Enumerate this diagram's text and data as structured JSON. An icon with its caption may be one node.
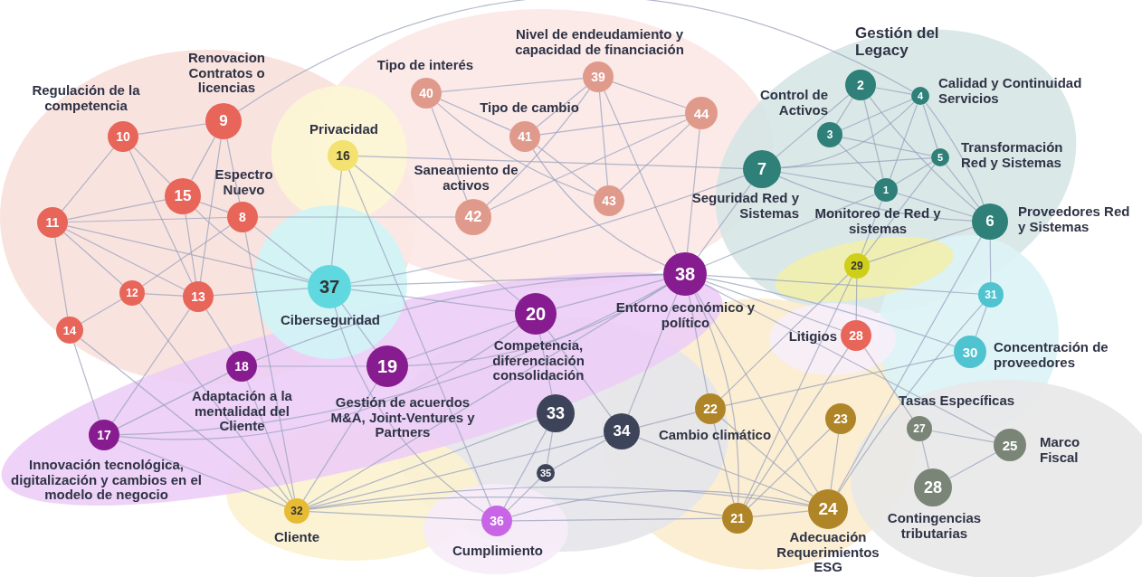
{
  "diagram": {
    "nodes": [
      {
        "text": [
          "1"
        ],
        "beside": [
          "Monitoreo de Red y sistemas"
        ]
      },
      {
        "text": [
          "2"
        ]
      },
      {
        "text": [
          "3"
        ],
        "beside": [
          "Control de Activos"
        ]
      },
      {
        "text": [
          "4"
        ],
        "beside": [
          "Calidad y Continuidad Servicios"
        ]
      },
      {
        "text": [
          "5"
        ],
        "beside": [
          "Transformación Red y Sistemas"
        ]
      },
      {
        "text": [
          "6"
        ],
        "beside": [
          "Proveedores Red y Sistemas"
        ]
      },
      {
        "text": [
          "7"
        ],
        "beside": [
          "Seguridad Red y Sistemas"
        ]
      },
      {
        "text": [
          "8"
        ],
        "beside": [
          "Espectro Nuevo"
        ]
      },
      {
        "text": [
          "9"
        ],
        "beside": [
          "Renovacion Contratos o licencias"
        ]
      },
      {
        "text": [
          "10"
        ],
        "beside": [
          "Regulación de la competencia"
        ]
      },
      {
        "text": [
          "11"
        ]
      },
      {
        "text": [
          "12"
        ]
      },
      {
        "text": [
          "13"
        ]
      },
      {
        "text": [
          "14"
        ]
      },
      {
        "text": [
          "15"
        ]
      },
      {
        "text": [
          "16"
        ],
        "beside": [
          "Privacidad"
        ]
      },
      {
        "text": [
          "17"
        ],
        "beside": [
          "Innovación tecnológica, digitalización y cambios en el modelo de negocio"
        ]
      },
      {
        "text": [
          "18"
        ],
        "beside": [
          "Adaptación a la mentalidad del Cliente"
        ]
      },
      {
        "text": [
          "19"
        ],
        "beside": [
          "Gestión de acuerdos M&A, Joint-Ventures y Partners"
        ]
      },
      {
        "text": [
          "20"
        ],
        "beside": [
          "Competencia, diferenciación consolidación"
        ]
      },
      {
        "text": [
          "21"
        ]
      },
      {
        "text": [
          "22"
        ],
        "beside": [
          "Cambio climático"
        ]
      },
      {
        "text": [
          "23"
        ]
      },
      {
        "text": [
          "24"
        ],
        "beside": [
          "Adecuación Requerimientos ESG"
        ]
      },
      {
        "text": [
          "25"
        ],
        "beside": [
          "Marco Fiscal"
        ]
      },
      {
        "text": [
          "27"
        ],
        "beside": [
          "Tasas Específicas"
        ]
      },
      {
        "text": [
          "28"
        ],
        "beside": [
          "Litigios"
        ]
      },
      {
        "text": [
          "28"
        ],
        "beside": [
          "Contingencias tributarias"
        ]
      },
      {
        "text": [
          "29"
        ]
      },
      {
        "text": [
          "30"
        ],
        "beside": [
          "Concentración de proveedores"
        ]
      },
      {
        "text": [
          "31"
        ]
      },
      {
        "text": [
          "32"
        ],
        "beside": [
          "Cliente"
        ]
      },
      {
        "text": [
          "33"
        ]
      },
      {
        "text": [
          "34"
        ]
      },
      {
        "text": [
          "35"
        ]
      },
      {
        "text": [
          "36"
        ],
        "beside": [
          "Cumplimiento"
        ]
      },
      {
        "text": [
          "37"
        ],
        "beside": [
          "Ciberseguridad"
        ]
      },
      {
        "text": [
          "38"
        ],
        "beside": [
          "Entorno económico y político"
        ]
      },
      {
        "text": [
          "39"
        ],
        "beside": [
          "Nivel de endeudamiento y capacidad de financiación"
        ]
      },
      {
        "text": [
          "40"
        ],
        "beside": [
          "Tipo de interés"
        ]
      },
      {
        "text": [
          "41"
        ],
        "beside": [
          "Tipo de cambio"
        ]
      },
      {
        "text": [
          "42"
        ],
        "beside": [
          "Saneamiento de activos"
        ]
      },
      {
        "text": [
          "43"
        ]
      },
      {
        "text": [
          "44"
        ]
      }
    ],
    "edges": [
      {
        "from": 8,
        "to": 9,
        "arrow": "none"
      },
      {
        "from": 9,
        "to": 10,
        "arrow": "none"
      },
      {
        "from": 9,
        "to": 14,
        "arrow": "none"
      },
      {
        "from": 9,
        "to": 12,
        "arrow": "none"
      },
      {
        "from": 8,
        "to": 14,
        "arrow": "none"
      },
      {
        "from": 8,
        "to": 7,
        "arrow": "none"
      },
      {
        "from": 8,
        "to": 12,
        "arrow": "none"
      },
      {
        "from": 8,
        "to": 3,
        "arrow": "none"
      },
      {
        "from": 14,
        "to": 7,
        "arrow": "none"
      },
      {
        "from": 14,
        "to": 10,
        "arrow": "none"
      },
      {
        "from": 14,
        "to": 36,
        "arrow": "none"
      },
      {
        "from": 14,
        "to": 12,
        "arrow": "none"
      },
      {
        "from": 10,
        "to": 7,
        "arrow": "none"
      },
      {
        "from": 10,
        "to": 36,
        "arrow": "none"
      },
      {
        "from": 10,
        "to": 12,
        "arrow": "none"
      },
      {
        "from": 10,
        "to": 13,
        "arrow": "none"
      },
      {
        "from": 10,
        "to": 11,
        "arrow": "none"
      },
      {
        "from": 7,
        "to": 36,
        "arrow": "none"
      },
      {
        "from": 7,
        "to": 41,
        "arrow": "none"
      },
      {
        "from": 7,
        "to": 11,
        "arrow": "none"
      },
      {
        "from": 7,
        "to": 31,
        "arrow": "none"
      },
      {
        "from": 15,
        "to": 6,
        "arrow": "none"
      },
      {
        "from": 15,
        "to": 36,
        "arrow": "none"
      },
      {
        "from": 15,
        "to": 35,
        "arrow": "none"
      },
      {
        "from": 15,
        "to": 19,
        "arrow": "none"
      },
      {
        "from": 11,
        "to": 13,
        "arrow": "none"
      },
      {
        "from": 11,
        "to": 12,
        "arrow": "none"
      },
      {
        "from": 11,
        "to": 31,
        "arrow": "none"
      },
      {
        "from": 12,
        "to": 16,
        "arrow": "none"
      },
      {
        "from": 12,
        "to": 17,
        "arrow": "none"
      },
      {
        "from": 12,
        "to": 36,
        "arrow": "none"
      },
      {
        "from": 13,
        "to": 16,
        "arrow": "none"
      },
      {
        "from": 13,
        "to": 31,
        "arrow": "none"
      },
      {
        "from": 16,
        "to": 17,
        "arrow": "none"
      },
      {
        "from": 16,
        "to": 37,
        "arrow": "none"
      },
      {
        "from": 16,
        "to": 31,
        "arrow": "none"
      },
      {
        "from": 16,
        "to": 19,
        "arrow": "none"
      },
      {
        "from": 17,
        "to": 18,
        "arrow": "none"
      },
      {
        "from": 17,
        "to": 31,
        "arrow": "none"
      },
      {
        "from": 17,
        "to": 37,
        "arrow": "none"
      },
      {
        "from": 18,
        "to": 36,
        "arrow": "none"
      },
      {
        "from": 18,
        "to": 19,
        "arrow": "none"
      },
      {
        "from": 18,
        "to": 31,
        "arrow": "none"
      },
      {
        "from": 18,
        "to": 37,
        "arrow": "none"
      },
      {
        "from": 19,
        "to": 36,
        "arrow": "none"
      },
      {
        "from": 19,
        "to": 37,
        "arrow": "none"
      },
      {
        "from": 19,
        "to": 33,
        "arrow": "none"
      },
      {
        "from": 19,
        "to": 32,
        "arrow": "none"
      },
      {
        "from": 31,
        "to": 35,
        "arrow": "none"
      },
      {
        "from": 31,
        "to": 20,
        "arrow": "none"
      },
      {
        "from": 31,
        "to": 23,
        "arrow": "none"
      },
      {
        "from": 31,
        "to": 32,
        "arrow": "none"
      },
      {
        "from": 31,
        "to": 33,
        "arrow": "none"
      },
      {
        "from": 31,
        "to": 37,
        "arrow": "none"
      },
      {
        "from": 32,
        "to": 35,
        "arrow": "none"
      },
      {
        "from": 32,
        "to": 34,
        "arrow": "none"
      },
      {
        "from": 33,
        "to": 34,
        "arrow": "none"
      },
      {
        "from": 33,
        "to": 23,
        "arrow": "none"
      },
      {
        "from": 33,
        "to": 21,
        "arrow": "none"
      },
      {
        "from": 33,
        "to": 37,
        "arrow": "none"
      },
      {
        "from": 34,
        "to": 35,
        "arrow": "none"
      },
      {
        "from": 35,
        "to": 20,
        "arrow": "none"
      },
      {
        "from": 35,
        "to": 23,
        "arrow": "none"
      },
      {
        "from": 37,
        "to": 6,
        "arrow": "none"
      },
      {
        "from": 37,
        "to": 0,
        "arrow": "none"
      },
      {
        "from": 37,
        "to": 30,
        "arrow": "none"
      },
      {
        "from": 37,
        "to": 29,
        "arrow": "none"
      },
      {
        "from": 37,
        "to": 21,
        "arrow": "none"
      },
      {
        "from": 37,
        "to": 20,
        "arrow": "none"
      },
      {
        "from": 37,
        "to": 23,
        "arrow": "none"
      },
      {
        "from": 37,
        "to": 24,
        "arrow": "none"
      },
      {
        "from": 37,
        "to": 26,
        "arrow": "none"
      },
      {
        "from": 36,
        "to": 35,
        "arrow": "none"
      },
      {
        "from": 36,
        "to": 6,
        "arrow": "none"
      },
      {
        "from": 36,
        "to": 37,
        "arrow": "none"
      },
      {
        "from": 6,
        "to": 1,
        "arrow": "none"
      },
      {
        "from": 6,
        "to": 3,
        "arrow": "none"
      },
      {
        "from": 6,
        "to": 4,
        "arrow": "none"
      },
      {
        "from": 6,
        "to": 0,
        "arrow": "none"
      },
      {
        "from": 6,
        "to": 5,
        "arrow": "none"
      },
      {
        "from": 1,
        "to": 3,
        "arrow": "none"
      },
      {
        "from": 1,
        "to": 2,
        "arrow": "none"
      },
      {
        "from": 1,
        "to": 0,
        "arrow": "none"
      },
      {
        "from": 1,
        "to": 5,
        "arrow": "none"
      },
      {
        "from": 2,
        "to": 3,
        "arrow": "none"
      },
      {
        "from": 2,
        "to": 4,
        "arrow": "none"
      },
      {
        "from": 2,
        "to": 0,
        "arrow": "none"
      },
      {
        "from": 3,
        "to": 4,
        "arrow": "none"
      },
      {
        "from": 3,
        "to": 5,
        "arrow": "none"
      },
      {
        "from": 3,
        "to": 0,
        "arrow": "none"
      },
      {
        "from": 4,
        "to": 0,
        "arrow": "none"
      },
      {
        "from": 4,
        "to": 5,
        "arrow": "none"
      },
      {
        "from": 4,
        "to": 28,
        "arrow": "none"
      },
      {
        "from": 0,
        "to": 5,
        "arrow": "none"
      },
      {
        "from": 0,
        "to": 28,
        "arrow": "none"
      },
      {
        "from": 5,
        "to": 28,
        "arrow": "none"
      },
      {
        "from": 5,
        "to": 30,
        "arrow": "none"
      },
      {
        "from": 5,
        "to": 23,
        "arrow": "none"
      },
      {
        "from": 28,
        "to": 26,
        "arrow": "none"
      },
      {
        "from": 28,
        "to": 21,
        "arrow": "none"
      },
      {
        "from": 28,
        "to": 20,
        "arrow": "none"
      },
      {
        "from": 30,
        "to": 29,
        "arrow": "none"
      },
      {
        "from": 30,
        "to": 23,
        "arrow": "none"
      },
      {
        "from": 29,
        "to": 21,
        "arrow": "none"
      },
      {
        "from": 26,
        "to": 25,
        "arrow": "none"
      },
      {
        "from": 26,
        "to": 20,
        "arrow": "none"
      },
      {
        "from": 25,
        "to": 24,
        "arrow": "none"
      },
      {
        "from": 25,
        "to": 27,
        "arrow": "none"
      },
      {
        "from": 24,
        "to": 27,
        "arrow": "none"
      },
      {
        "from": 21,
        "to": 20,
        "arrow": "none"
      },
      {
        "from": 21,
        "to": 23,
        "arrow": "none"
      },
      {
        "from": 22,
        "to": 23,
        "arrow": "none"
      },
      {
        "from": 22,
        "to": 20,
        "arrow": "none"
      },
      {
        "from": 20,
        "to": 23,
        "arrow": "none"
      },
      {
        "from": 38,
        "to": 39,
        "arrow": "none"
      },
      {
        "from": 38,
        "to": 40,
        "arrow": "none"
      },
      {
        "from": 38,
        "to": 43,
        "arrow": "none"
      },
      {
        "from": 38,
        "to": 42,
        "arrow": "none"
      },
      {
        "from": 38,
        "to": 41,
        "arrow": "none"
      },
      {
        "from": 39,
        "to": 40,
        "arrow": "none"
      },
      {
        "from": 39,
        "to": 42,
        "arrow": "none"
      },
      {
        "from": 39,
        "to": 41,
        "arrow": "none"
      },
      {
        "from": 40,
        "to": 42,
        "arrow": "none"
      },
      {
        "from": 40,
        "to": 43,
        "arrow": "none"
      },
      {
        "from": 40,
        "to": 37,
        "arrow": "none"
      },
      {
        "from": 42,
        "to": 43,
        "arrow": "none"
      },
      {
        "from": 43,
        "to": 37,
        "arrow": "none"
      },
      {
        "from": 43,
        "to": 41,
        "arrow": "none"
      },
      {
        "from": 38,
        "to": 37,
        "arrow": "none"
      }
    ],
    "labels": [
      "Gestión del Legacy"
    ]
  }
}
